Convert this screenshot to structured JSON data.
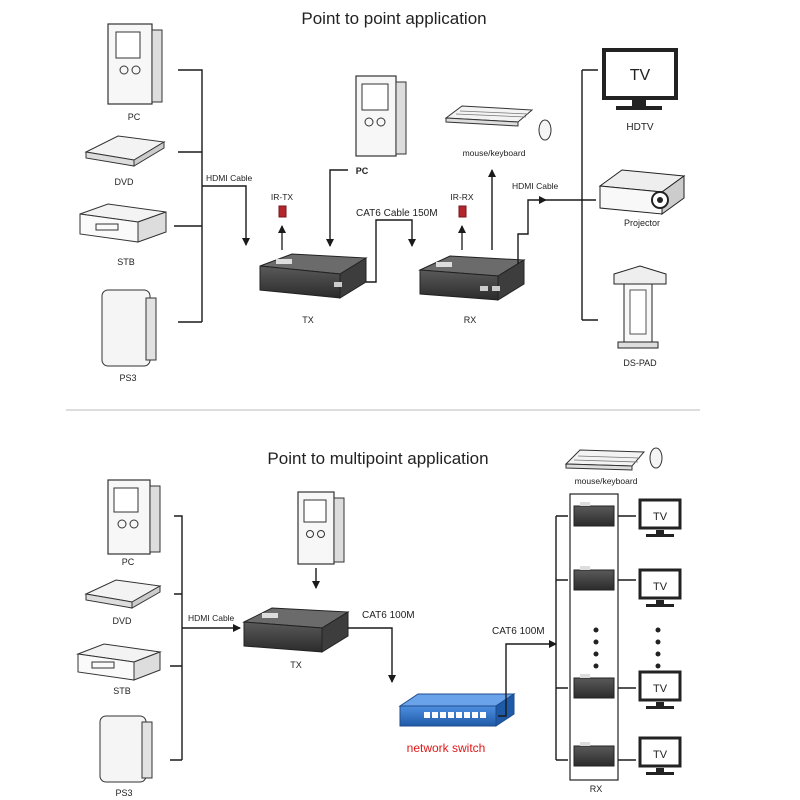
{
  "top": {
    "title": "Point to point application",
    "sources": {
      "pc": "PC",
      "dvd": "DVD",
      "stb": "STB",
      "ps3": "PS3"
    },
    "hdmi_cable_left": "HDMI Cable",
    "pc_center": "PC",
    "ir_tx": "IR-TX",
    "ir_rx": "IR-RX",
    "cat6_cable": "CAT6 Cable 150M",
    "mouse_keyboard": "mouse/keyboard",
    "hdmi_cable_right": "HDMI Cable",
    "tx": "TX",
    "rx": "RX",
    "tv_screen": "TV",
    "hdtv": "HDTV",
    "projector": "Projector",
    "ds_pad": "DS-PAD"
  },
  "bottom": {
    "title": "Point to multipoint  application",
    "sources": {
      "pc": "PC",
      "dvd": "DVD",
      "stb": "STB",
      "ps3": "PS3"
    },
    "hdmi_cable": "HDMI Cable",
    "tx": "TX",
    "cat6_left": "CAT6 100M",
    "cat6_right": "CAT6 100M",
    "network_switch": "network switch",
    "mouse_keyboard": "mouse/keyboard",
    "tv_screens": [
      "TV",
      "TV",
      "TV",
      "TV"
    ],
    "rx": "RX"
  },
  "colors": {
    "switch_blue": "#2f6fc4",
    "network_switch_text": "#e01818",
    "ir_red": "#b3262b"
  }
}
